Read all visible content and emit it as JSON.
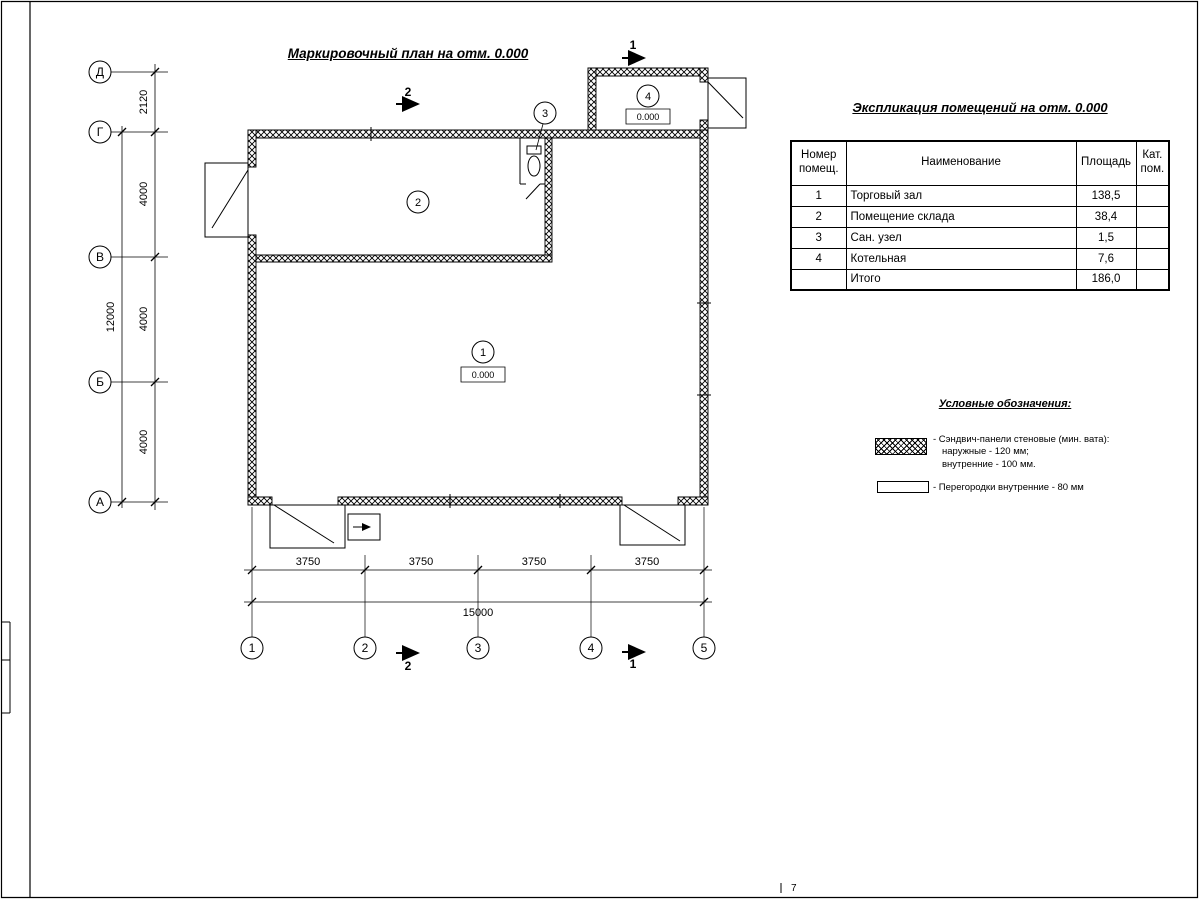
{
  "page": {
    "number": "7"
  },
  "plan": {
    "title": "Маркировочный план на отм. 0.000",
    "axes_left": [
      "Д",
      "Г",
      "В",
      "Б",
      "А"
    ],
    "axes_bottom": [
      "1",
      "2",
      "3",
      "4",
      "5"
    ],
    "dims_left": [
      "2120",
      "4000",
      "4000",
      "4000"
    ],
    "dim_left_total": "12000",
    "dims_bottom": [
      "3750",
      "3750",
      "3750",
      "3750"
    ],
    "dim_bottom_total": "15000",
    "sections": {
      "sec1": "1",
      "sec2": "2"
    },
    "rooms": {
      "r1": {
        "num": "1",
        "elev": "0.000"
      },
      "r2": {
        "num": "2"
      },
      "r3": {
        "num": "3"
      },
      "r4": {
        "num": "4",
        "elev": "0.000"
      }
    }
  },
  "table": {
    "title": "Экспликация помещений на отм. 0.000",
    "col_num_1": "Номер",
    "col_num_2": "помещ.",
    "col_name": "Наименование",
    "col_area": "Площадь",
    "col_cat_1": "Кат.",
    "col_cat_2": "пом.",
    "rows": [
      {
        "num": "1",
        "name": "Торговый зал",
        "area": "138,5",
        "cat": ""
      },
      {
        "num": "2",
        "name": "Помещение склада",
        "area": "38,4",
        "cat": ""
      },
      {
        "num": "3",
        "name": "Сан. узел",
        "area": "1,5",
        "cat": ""
      },
      {
        "num": "4",
        "name": "Котельная",
        "area": "7,6",
        "cat": ""
      },
      {
        "num": "",
        "name": "Итого",
        "area": "186,0",
        "cat": ""
      }
    ]
  },
  "legend": {
    "title": "Условные обозначения:",
    "item1_line1": "- Сэндвич-панели стеновые (мин. вата):",
    "item1_line2": "наружные - 120 мм;",
    "item1_line3": "внутренние - 100 мм.",
    "item2_label": "- Перегородки внутренние - 80 мм"
  }
}
